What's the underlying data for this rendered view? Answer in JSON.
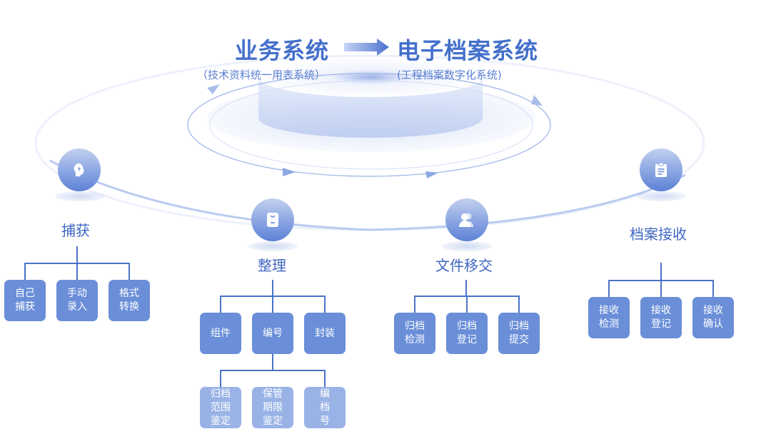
{
  "header": {
    "source_system": "业务系统",
    "target_system": "电子档案系统",
    "source_subtitle": "（技术资料统一用表系统）",
    "target_subtitle": "(工程档案数字化系统)",
    "arrow_icon": "right-arrow-icon"
  },
  "colors": {
    "title": "#4470cc",
    "stage_label": "#3f66c2",
    "box_primary": "#6a8ed8",
    "box_secondary": "#9ab3e6",
    "connector": "#4a72c8",
    "orbit": "#a9bdea"
  },
  "stages": [
    {
      "label": "捕获",
      "icon": "brain-lightning-icon",
      "children": [
        "自己捕获",
        "手动录入",
        "格式转换"
      ]
    },
    {
      "label": "整理",
      "icon": "archive-box-icon",
      "children": [
        "组件",
        "编号",
        "封装"
      ],
      "sub_children": [
        "归档范围鉴定",
        "保管期限鉴定",
        "编档号"
      ]
    },
    {
      "label": "文件移交",
      "icon": "users-icon",
      "children": [
        "归档检测",
        "归档登记",
        "归档提交"
      ]
    },
    {
      "label": "档案接收",
      "icon": "clipboard-icon",
      "children": [
        "接收检测",
        "接收登记",
        "接收确认"
      ]
    }
  ]
}
